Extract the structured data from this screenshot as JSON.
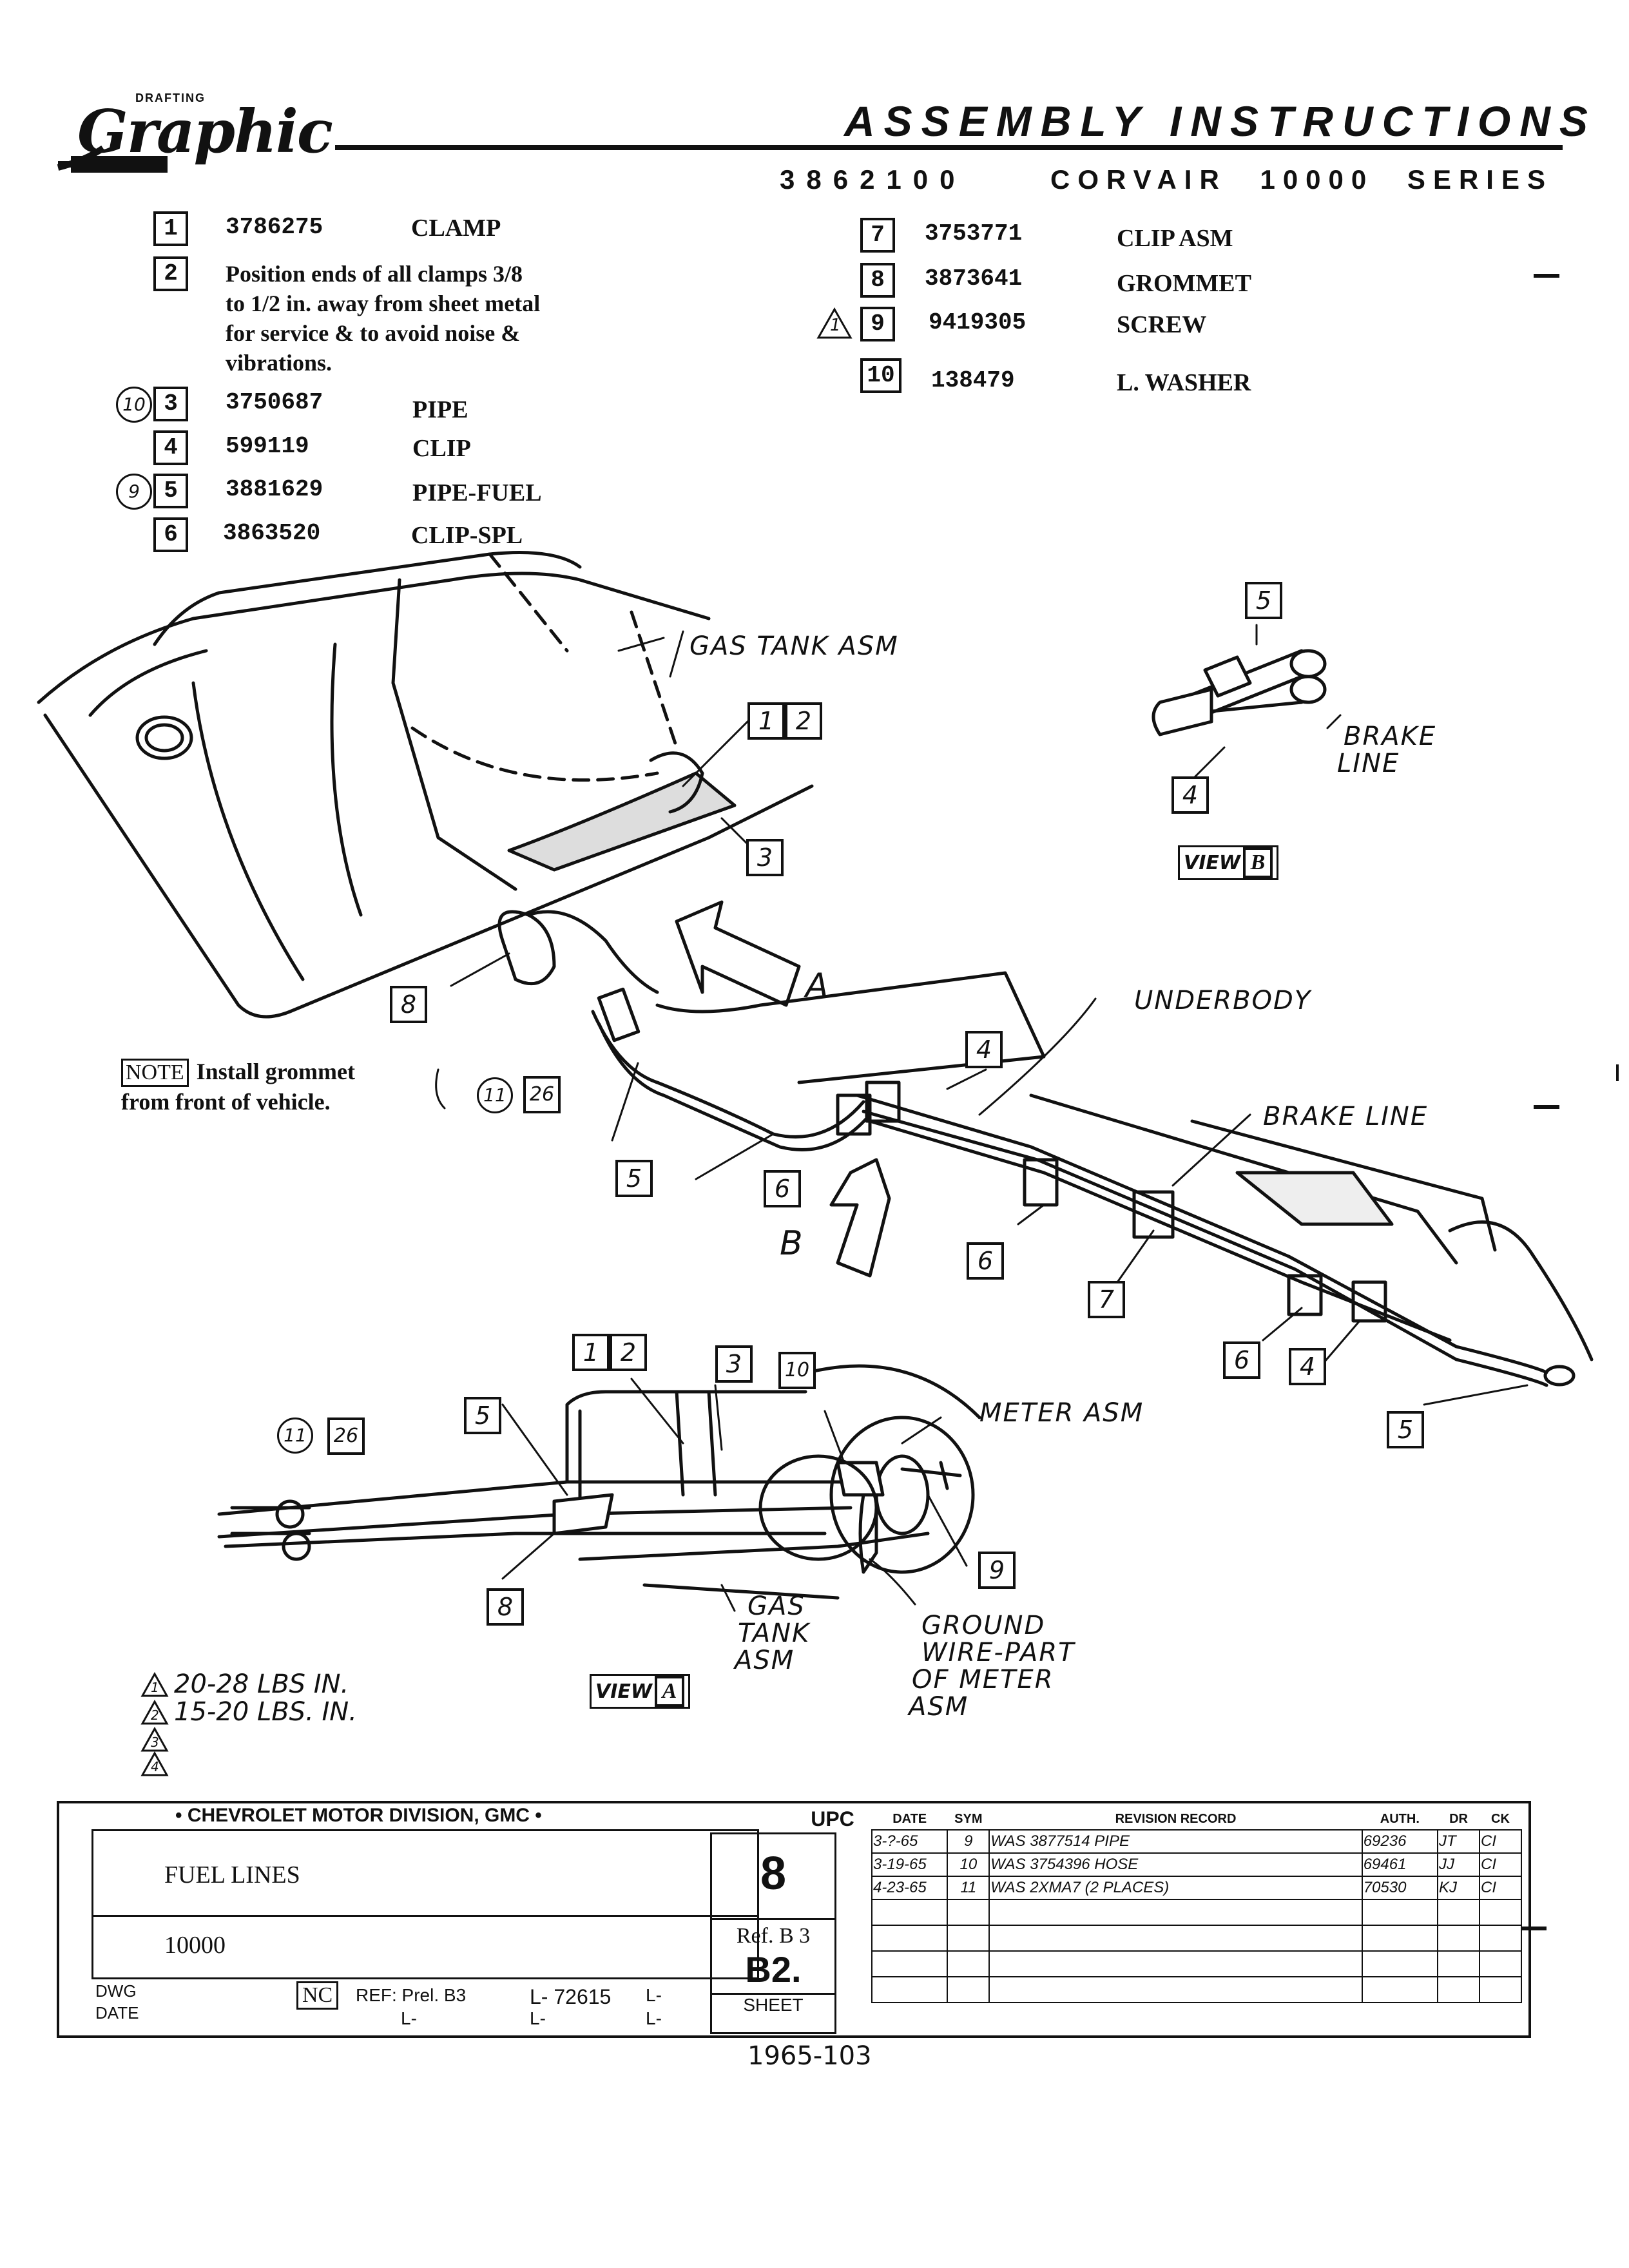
{
  "header": {
    "logo_text": "Graphic",
    "logo_sub": "DRAFTING",
    "title": "ASSEMBLY INSTRUCTIONS",
    "part_number": "3862100",
    "series": "CORVAIR 10000 SERIES"
  },
  "parts_left": [
    {
      "item": "1",
      "num": "3786275",
      "name": "CLAMP",
      "marker": ""
    },
    {
      "item": "2",
      "note": [
        "Position ends of all clamps 3/8",
        "to 1/2 in. away from sheet metal",
        "for service & to avoid noise &",
        "vibrations."
      ],
      "marker": ""
    },
    {
      "item": "3",
      "num": "3750687",
      "name": "PIPE",
      "marker": "10"
    },
    {
      "item": "4",
      "num": "599119",
      "name": "CLIP",
      "marker": ""
    },
    {
      "item": "5",
      "num": "3881629",
      "name": "PIPE-FUEL",
      "marker": "9"
    },
    {
      "item": "6",
      "num": "3863520",
      "name": "CLIP-SPL",
      "marker": ""
    }
  ],
  "parts_right": [
    {
      "item": "7",
      "num": "3753771",
      "name": "CLIP ASM",
      "marker": ""
    },
    {
      "item": "8",
      "num": "3873641",
      "name": "GROMMET",
      "marker": ""
    },
    {
      "item": "9",
      "num": "9419305",
      "name": "SCREW",
      "marker": "1"
    },
    {
      "item": "10",
      "num": "138479",
      "name": "L. WASHER",
      "marker": ""
    }
  ],
  "diagram_labels": {
    "gas_tank": "GAS TANK ASM",
    "brake_line_b": "BRAKE",
    "brake_line_b2": "LINE",
    "view_b": "VIEW",
    "view_b_letter": "B",
    "arrow_a": "A",
    "arrow_b": "B",
    "underbody": "UNDERBODY",
    "brake_line": "BRAKE LINE",
    "meter_asm": "METER ASM",
    "gas_tank_lower_1": "GAS",
    "gas_tank_lower_2": "TANK",
    "gas_tank_lower_3": "ASM",
    "ground_1": "GROUND",
    "ground_2": "WIRE-PART",
    "ground_3": "OF METER",
    "ground_4": "ASM",
    "view_a": "VIEW",
    "view_a_letter": "A",
    "note_tag": "NOTE",
    "note_text_1": "Install grommet",
    "note_text_2": "from front of vehicle.",
    "circ_11": "11",
    "box_26": "26"
  },
  "callouts": {
    "c1": "1",
    "c2": "2",
    "c3": "3",
    "c4": "4",
    "c5": "5",
    "c6": "6",
    "c7": "7",
    "c8": "8",
    "c9": "9",
    "c10": "10"
  },
  "torque": [
    {
      "marker": "1",
      "text": "20-28 LBS IN."
    },
    {
      "marker": "2",
      "text": "15-20 LBS. IN."
    },
    {
      "marker": "3",
      "text": ""
    },
    {
      "marker": "4",
      "text": ""
    }
  ],
  "title_block": {
    "division": "• CHEVROLET MOTOR DIVISION, GMC •",
    "name": "FUEL LINES",
    "model": "10000",
    "upc_label": "UPC",
    "upc": "8",
    "ref_label": "Ref. B 3",
    "ref_code": "B2.",
    "sheet": "SHEET",
    "dwg_label": "DWG",
    "date_label": "DATE",
    "nc": "NC",
    "ref_prel": "REF: Prel. B3",
    "l_num": "L- 72615",
    "l_blank": "L-",
    "rev_headers": [
      "DATE",
      "SYM",
      "REVISION RECORD",
      "AUTH.",
      "DR",
      "CK"
    ],
    "revisions": [
      {
        "date": "3-?-65",
        "sym": "9",
        "record": "WAS 3877514 PIPE",
        "auth": "69236",
        "dr": "JT",
        "ck": "CI"
      },
      {
        "date": "3-19-65",
        "sym": "10",
        "record": "WAS 3754396 HOSE",
        "auth": "69461",
        "dr": "JJ",
        "ck": "CI"
      },
      {
        "date": "4-23-65",
        "sym": "11",
        "record": "WAS 2XMA7 (2 PLACES)",
        "auth": "70530",
        "dr": "KJ",
        "ck": "CI"
      }
    ]
  },
  "footer": "1965-103"
}
